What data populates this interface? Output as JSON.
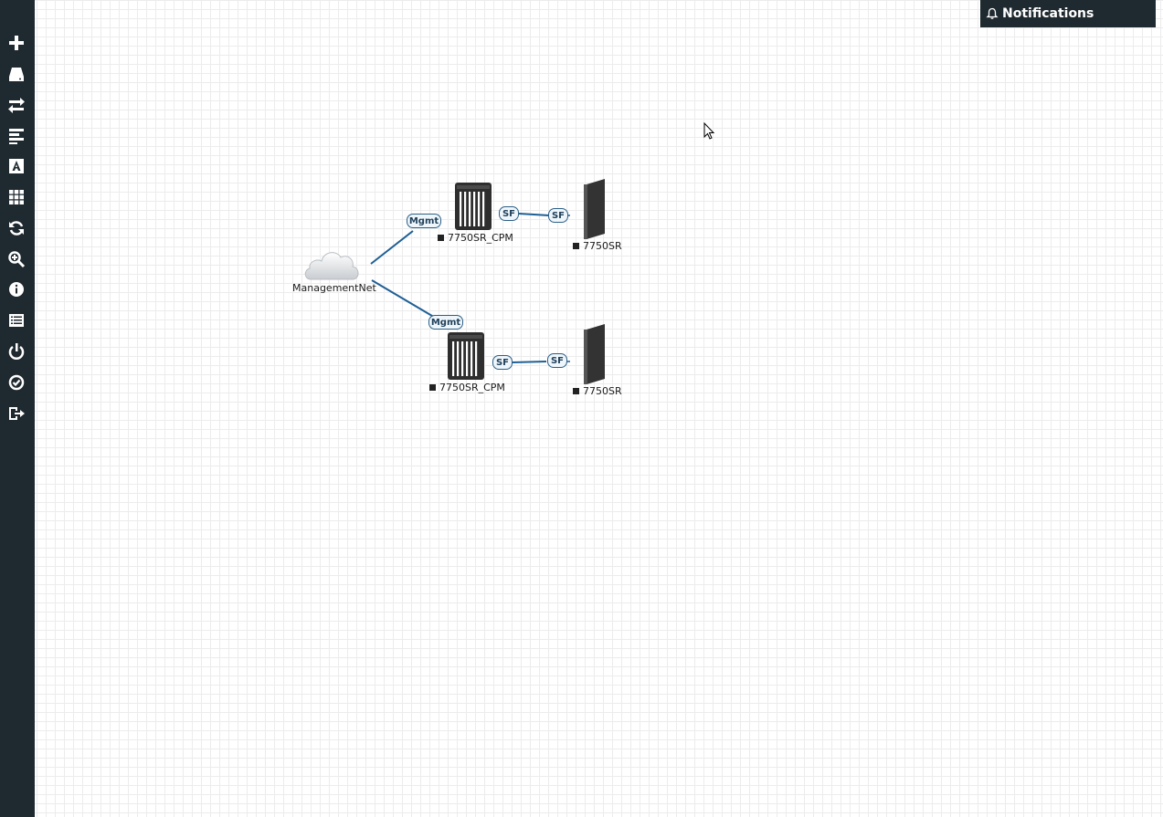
{
  "sidebar": {
    "tools": [
      {
        "icon": "plus-icon"
      },
      {
        "icon": "hard-drive-icon"
      },
      {
        "icon": "exchange-icon"
      },
      {
        "icon": "align-left-icon"
      },
      {
        "icon": "text-font-icon"
      },
      {
        "icon": "grid-icon"
      },
      {
        "icon": "refresh-icon"
      },
      {
        "icon": "zoom-in-icon"
      },
      {
        "icon": "info-icon"
      },
      {
        "icon": "list-icon"
      },
      {
        "icon": "power-icon"
      },
      {
        "icon": "check-circle-icon"
      },
      {
        "icon": "sign-out-icon"
      }
    ]
  },
  "notifications": {
    "label": "Notifications",
    "icon": "bell-icon"
  },
  "topology": {
    "cloud": {
      "label": "ManagementNet"
    },
    "top": {
      "cpm_label": "7750SR_CPM",
      "sr_label": "7750SR",
      "mgmt_port": "Mgmt",
      "sf_port_a": "SF",
      "sf_port_b": "SF"
    },
    "bottom": {
      "cpm_label": "7750SR_CPM",
      "sr_label": "7750SR",
      "mgmt_port": "Mgmt",
      "sf_port_a": "SF",
      "sf_port_b": "SF"
    },
    "link_color": "#1f5f95"
  }
}
